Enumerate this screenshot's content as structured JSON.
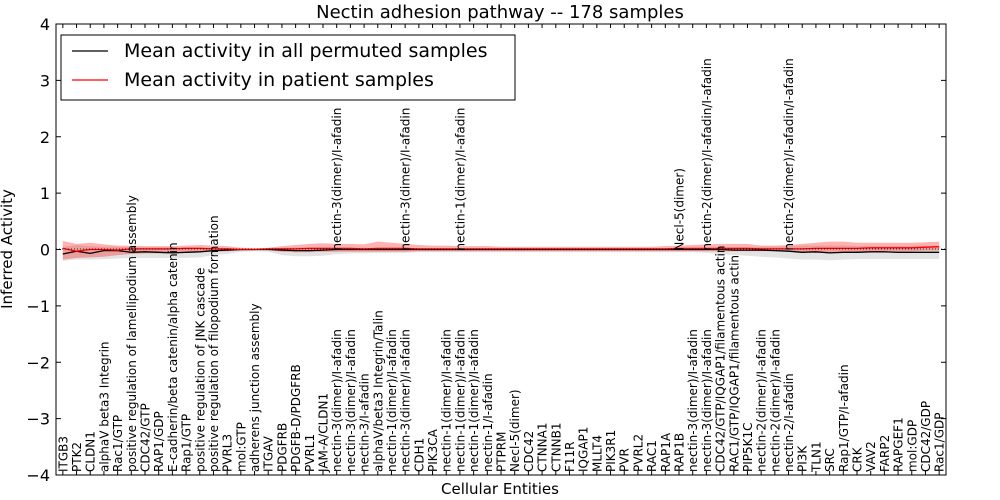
{
  "chart_data": {
    "type": "line",
    "title": "Nectin adhesion pathway -- 178 samples",
    "xlabel": "Cellular Entities",
    "ylabel": "Inferred Activity",
    "ylim": [
      -4,
      4
    ],
    "yticks": [
      -4,
      -3,
      -2,
      -1,
      0,
      1,
      2,
      3,
      4
    ],
    "grid": false,
    "legend_position": "top-left",
    "categories": [
      "ITGB3",
      "PTK2",
      "CLDN1",
      "alphaV beta3 Integrin",
      "Rac1/GTP",
      "positive regulation of lamellipodium assembly",
      "CDC42/GTP",
      "RAP1/GDP",
      "E-cadherin/beta catenin/alpha catenin",
      "Rap1/GTP",
      "positive regulation of JNK cascade",
      "positive regulation of filopodium formation",
      "PVRL3",
      "mol:GTP",
      "adherens junction assembly",
      "ITGAV",
      "PDGFRB",
      "PDGFB-D/PDGFRB",
      "PVRL1",
      "JAM-A/CLDN1",
      "nectin-3(dimer)/I-afadin",
      "nectin-3(dimer)/I-afadin",
      "nectin-3/I-afadin",
      "alphaV/beta3 Integrin/Talin",
      "nectin-1(dimer)/I-afadin",
      "nectin-3(dimer)/I-afadin",
      "CDH1",
      "PIK3CA",
      "nectin-1(dimer)/I-afadin",
      "nectin-1(dimer)/I-afadin",
      "nectin-1(dimer)/I-afadin",
      "nectin-1/I-afadin",
      "PTPRM",
      "Necl-5(dimer)",
      "CDC42",
      "CTNNA1",
      "CTNNB1",
      "F11R",
      "IQGAP1",
      "MLLT4",
      "PIK3R1",
      "PVR",
      "PVRL2",
      "RAC1",
      "RAP1A",
      "RAP1B",
      "nectin-3(dimer)/I-afadin",
      "nectin-3(dimer)/I-afadin",
      "CDC42/GTP/IQGAP1/filamentous actin",
      "RAC1/GTP/IQGAP1/filamentous actin",
      "PIP5K1C",
      "nectin-2(dimer)/I-afadin",
      "nectin-2(dimer)/I-afadin",
      "nectin-2/I-afadin",
      "PI3K",
      "TLN1",
      "SRC",
      "Rap1/GTP/I-afadin",
      "CRK",
      "VAV2",
      "FARP2",
      "RAPGEF1",
      "mol:GDP",
      "CDC42/GDP",
      "Rac1/GDP"
    ],
    "top_annotations": [
      {
        "index": 20,
        "text": "nectin-3(dimer)/I-afadin"
      },
      {
        "index": 25,
        "text": "nectin-3(dimer)/I-afadin"
      },
      {
        "index": 29,
        "text": "nectin-1(dimer)/I-afadin"
      },
      {
        "index": 45,
        "text": "Necl-5(dimer)"
      },
      {
        "index": 47,
        "text": "nectin-2(dimer)/I-afadin/I-afadin"
      },
      {
        "index": 53,
        "text": "nectin-2(dimer)/I-afadin/I-afadin"
      }
    ],
    "series": [
      {
        "name": "Mean activity in all permuted samples",
        "color": "#000000",
        "values": [
          -0.08,
          -0.03,
          -0.07,
          -0.02,
          -0.02,
          -0.05,
          -0.04,
          -0.05,
          -0.06,
          -0.05,
          -0.04,
          -0.02,
          -0.01,
          0.0,
          0.0,
          0.0,
          -0.01,
          -0.02,
          -0.02,
          -0.01,
          0.0,
          0.0,
          0.0,
          0.0,
          0.0,
          0.0,
          0.0,
          0.0,
          0.0,
          0.0,
          0.0,
          0.0,
          0.0,
          0.0,
          0.0,
          0.0,
          0.0,
          0.0,
          0.0,
          0.0,
          0.0,
          0.0,
          0.0,
          0.0,
          0.0,
          0.0,
          0.0,
          0.0,
          0.0,
          -0.01,
          -0.01,
          -0.01,
          -0.02,
          -0.03,
          -0.05,
          -0.04,
          -0.06,
          -0.05,
          -0.05,
          -0.04,
          -0.04,
          -0.05,
          -0.05,
          -0.05,
          -0.05
        ],
        "band_upper": [
          0.05,
          0.08,
          0.06,
          0.05,
          0.05,
          0.04,
          0.04,
          0.04,
          0.04,
          0.04,
          0.04,
          0.03,
          0.02,
          0.01,
          0.01,
          0.01,
          0.03,
          0.04,
          0.04,
          0.04,
          0.03,
          0.03,
          0.03,
          0.03,
          0.03,
          0.03,
          0.02,
          0.02,
          0.02,
          0.02,
          0.02,
          0.02,
          0.02,
          0.02,
          0.02,
          0.02,
          0.02,
          0.02,
          0.02,
          0.02,
          0.02,
          0.02,
          0.02,
          0.02,
          0.02,
          0.02,
          0.02,
          0.02,
          0.03,
          0.04,
          0.04,
          0.05,
          0.05,
          0.06,
          0.07,
          0.07,
          0.07,
          0.07,
          0.06,
          0.06,
          0.06,
          0.06,
          0.06,
          0.06,
          0.06
        ],
        "band_lower": [
          -0.2,
          -0.18,
          -0.18,
          -0.17,
          -0.16,
          -0.15,
          -0.15,
          -0.15,
          -0.15,
          -0.15,
          -0.14,
          -0.1,
          -0.08,
          -0.04,
          -0.03,
          -0.04,
          -0.1,
          -0.12,
          -0.12,
          -0.11,
          -0.08,
          -0.07,
          -0.07,
          -0.06,
          -0.06,
          -0.06,
          -0.05,
          -0.05,
          -0.05,
          -0.05,
          -0.05,
          -0.05,
          -0.05,
          -0.05,
          -0.05,
          -0.05,
          -0.05,
          -0.05,
          -0.05,
          -0.05,
          -0.05,
          -0.05,
          -0.05,
          -0.05,
          -0.05,
          -0.05,
          -0.05,
          -0.06,
          -0.08,
          -0.1,
          -0.11,
          -0.13,
          -0.14,
          -0.16,
          -0.18,
          -0.18,
          -0.19,
          -0.18,
          -0.17,
          -0.17,
          -0.17,
          -0.17,
          -0.17,
          -0.17,
          -0.17
        ]
      },
      {
        "name": "Mean activity in patient samples",
        "color": "#ff0000",
        "values": [
          0.02,
          -0.03,
          0.0,
          0.0,
          -0.01,
          0.01,
          0.01,
          0.01,
          0.01,
          0.02,
          0.02,
          0.01,
          0.01,
          0.0,
          0.0,
          0.01,
          0.01,
          0.01,
          0.02,
          0.02,
          0.02,
          0.02,
          0.01,
          0.02,
          0.02,
          0.02,
          0.01,
          0.01,
          0.01,
          0.01,
          0.01,
          0.01,
          0.01,
          0.01,
          0.01,
          0.01,
          0.01,
          0.01,
          0.01,
          0.01,
          0.01,
          0.01,
          0.01,
          0.01,
          0.01,
          0.02,
          0.02,
          0.02,
          0.02,
          0.02,
          0.02,
          0.01,
          0.01,
          0.01,
          0.01,
          0.02,
          0.02,
          0.02,
          0.02,
          0.03,
          0.03,
          0.03,
          0.03,
          0.04,
          0.05
        ],
        "band_upper": [
          0.15,
          0.1,
          0.12,
          0.09,
          0.07,
          0.07,
          0.06,
          0.06,
          0.06,
          0.07,
          0.08,
          0.07,
          0.06,
          0.03,
          0.02,
          0.03,
          0.06,
          0.08,
          0.1,
          0.11,
          0.1,
          0.1,
          0.09,
          0.14,
          0.12,
          0.1,
          0.08,
          0.07,
          0.07,
          0.06,
          0.06,
          0.06,
          0.05,
          0.05,
          0.05,
          0.05,
          0.05,
          0.05,
          0.05,
          0.05,
          0.05,
          0.05,
          0.05,
          0.05,
          0.06,
          0.07,
          0.08,
          0.09,
          0.1,
          0.1,
          0.1,
          0.07,
          0.07,
          0.08,
          0.1,
          0.12,
          0.14,
          0.14,
          0.12,
          0.12,
          0.12,
          0.12,
          0.12,
          0.13,
          0.14
        ],
        "band_lower": [
          -0.18,
          -0.15,
          -0.14,
          -0.13,
          -0.1,
          -0.08,
          -0.07,
          -0.07,
          -0.07,
          -0.06,
          -0.05,
          -0.04,
          -0.03,
          -0.02,
          -0.01,
          -0.01,
          -0.04,
          -0.05,
          -0.05,
          -0.04,
          -0.04,
          -0.04,
          -0.04,
          -0.04,
          -0.04,
          -0.04,
          -0.03,
          -0.03,
          -0.03,
          -0.03,
          -0.03,
          -0.03,
          -0.03,
          -0.03,
          -0.03,
          -0.03,
          -0.03,
          -0.03,
          -0.03,
          -0.03,
          -0.03,
          -0.03,
          -0.03,
          -0.03,
          -0.03,
          -0.03,
          -0.03,
          -0.03,
          -0.03,
          -0.03,
          -0.03,
          -0.03,
          -0.03,
          -0.04,
          -0.05,
          -0.06,
          -0.06,
          -0.06,
          -0.05,
          -0.04,
          -0.03,
          -0.03,
          -0.03,
          -0.02,
          -0.02
        ]
      }
    ]
  }
}
